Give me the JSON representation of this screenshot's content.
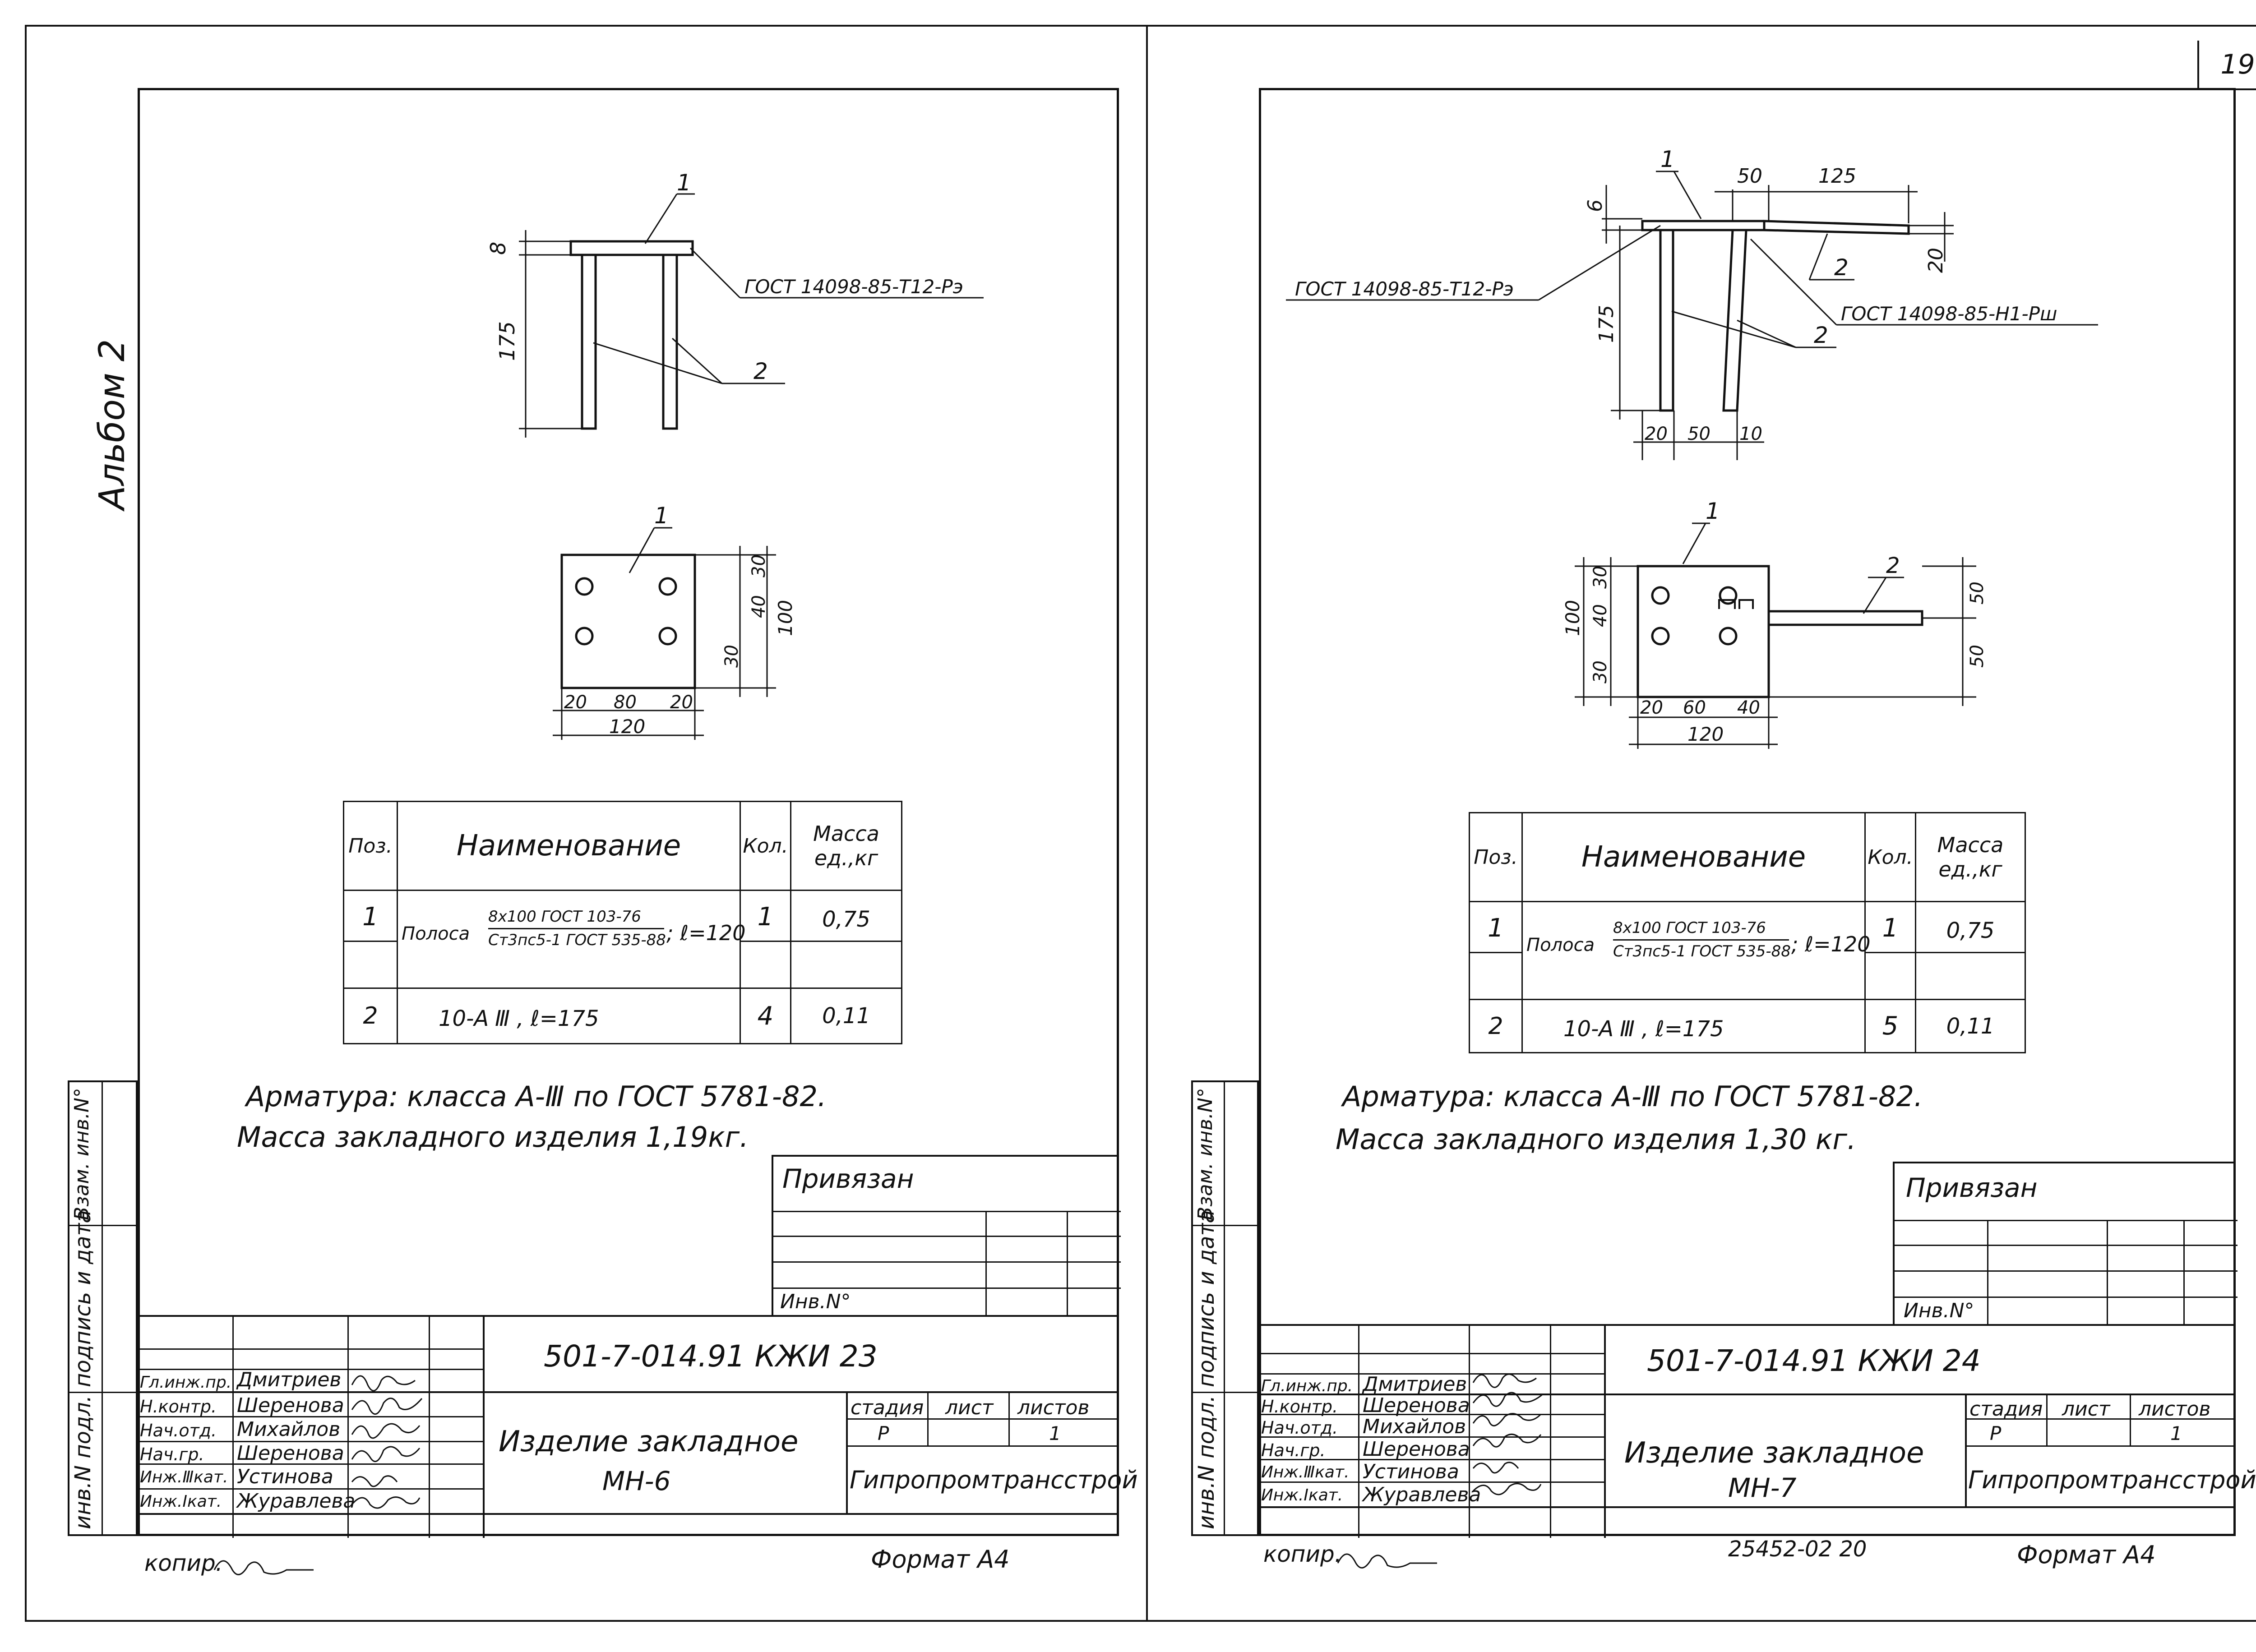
{
  "page_number": "19",
  "album_label": "Альбом 2",
  "side_labels": {
    "inv_podl": "инв.N подл.",
    "podpis_data": "подпись и дата",
    "vzam_inv": "Взам. инв.N°"
  },
  "left_sheet": {
    "dims": {
      "top_thk": "8",
      "height": "175",
      "width_total": "120",
      "w20a": "20",
      "w80": "80",
      "w20b": "20",
      "h100": "100",
      "h30a": "30",
      "h40": "40",
      "h30b": "30"
    },
    "callouts": {
      "pos1_top": "1",
      "pos1_plan": "1",
      "pos2": "2",
      "gost_weld": "ГОСТ 14098-85-Т12-Рэ"
    },
    "spec": {
      "headers": {
        "pos": "Поз.",
        "name": "Наименование",
        "qty": "Кол.",
        "mass": "Масса ед.,кг"
      },
      "rows": [
        {
          "pos": "1",
          "prefix": "Полоса",
          "num": "8х100 ГОСТ 103-76",
          "den": "Ст3пс5-1 ГОСТ 535-88",
          "suffix": "; ℓ=120",
          "qty": "1",
          "mass": "0,75"
        },
        {
          "pos": "2",
          "prefix": "10-А",
          "num": "",
          "den": "",
          "suffix": "Ⅲ ,   ℓ=175",
          "qty": "4",
          "mass": "0,11"
        }
      ]
    },
    "notes": [
      "Арматура: класса А-Ⅲ по ГОСТ 5781-82.",
      "Масса закладного изделия 1,19кг."
    ],
    "privyazan": "Привязан",
    "inv_no": "Инв.N°",
    "doc_code": "501-7-014.91 КЖИ 23",
    "title": "Изделие закладное",
    "mark": "МН-6",
    "stage_hdr": "стадия",
    "sheet_hdr": "лист",
    "sheets_hdr": "листов",
    "stage": "Р",
    "sheets": "1",
    "org": "Гипропромтрансстрой",
    "staff": [
      {
        "role": "Гл.инж.пр.",
        "name": "Дмитриев"
      },
      {
        "role": "Н.контр.",
        "name": "Шеренова"
      },
      {
        "role": "Нач.отд.",
        "name": "Михайлов"
      },
      {
        "role": "Нач.гр.",
        "name": "Шеренова"
      },
      {
        "role": "Инж.Ⅲкат.",
        "name": "Устинова"
      },
      {
        "role": "Инж.Ⅰкат.",
        "name": "Журавлева"
      }
    ],
    "copy_label": "копир.",
    "format": "Формат А4"
  },
  "right_sheet": {
    "dims": {
      "top_thk": "6",
      "w50": "50",
      "w125": "125",
      "h20": "20",
      "height": "175",
      "b20": "20",
      "b50": "50",
      "b10": "10",
      "h100": "100",
      "h30a": "30",
      "h40": "40",
      "h30b": "30",
      "h50a": "50",
      "h50b": "50",
      "p20": "20",
      "p60": "60",
      "p40": "40",
      "width_total": "120"
    },
    "callouts": {
      "pos1_top": "1",
      "pos1_plan": "1",
      "pos2a": "2",
      "pos2b": "2",
      "pos2_plan": "2",
      "gost_weld": "ГОСТ 14098-85-Т12-Рэ",
      "gost_weld2": "ГОСТ 14098-85-Н1-Рш"
    },
    "spec": {
      "headers": {
        "pos": "Поз.",
        "name": "Наименование",
        "qty": "Кол.",
        "mass": "Масса ед.,кг"
      },
      "rows": [
        {
          "pos": "1",
          "prefix": "Полоса",
          "num": "8х100 ГОСТ 103-76",
          "den": "Ст3пс5-1 ГОСТ 535-88",
          "suffix": "; ℓ=120",
          "qty": "1",
          "mass": "0,75"
        },
        {
          "pos": "2",
          "prefix": "10-А",
          "num": "",
          "den": "",
          "suffix": "Ⅲ ,  ℓ=175",
          "qty": "5",
          "mass": "0,11"
        }
      ]
    },
    "notes": [
      "Арматура: класса А-Ⅲ по ГОСТ 5781-82.",
      "Масса закладного изделия 1,30 кг."
    ],
    "privyazan": "Привязан",
    "inv_no": "Инв.N°",
    "doc_code": "501-7-014.91 КЖИ 24",
    "title": "Изделие закладное",
    "mark": "МН-7",
    "stage_hdr": "стадия",
    "sheet_hdr": "лист",
    "sheets_hdr": "листов",
    "stage": "Р",
    "sheets": "1",
    "org": "Гипропромтрансстрой",
    "staff": [
      {
        "role": "Гл.инж.пр.",
        "name": "Дмитриев"
      },
      {
        "role": "Н.контр.",
        "name": "Шеренова"
      },
      {
        "role": "Нач.отд.",
        "name": "Михайлов"
      },
      {
        "role": "Нач.гр.",
        "name": "Шеренова"
      },
      {
        "role": "Инж.Ⅲкат.",
        "name": "Устинова"
      },
      {
        "role": "Инж.Ⅰкат.",
        "name": "Журавлева"
      }
    ],
    "copy_label": "копир.",
    "archive_no": "25452-02   20",
    "format": "Формат А4"
  }
}
